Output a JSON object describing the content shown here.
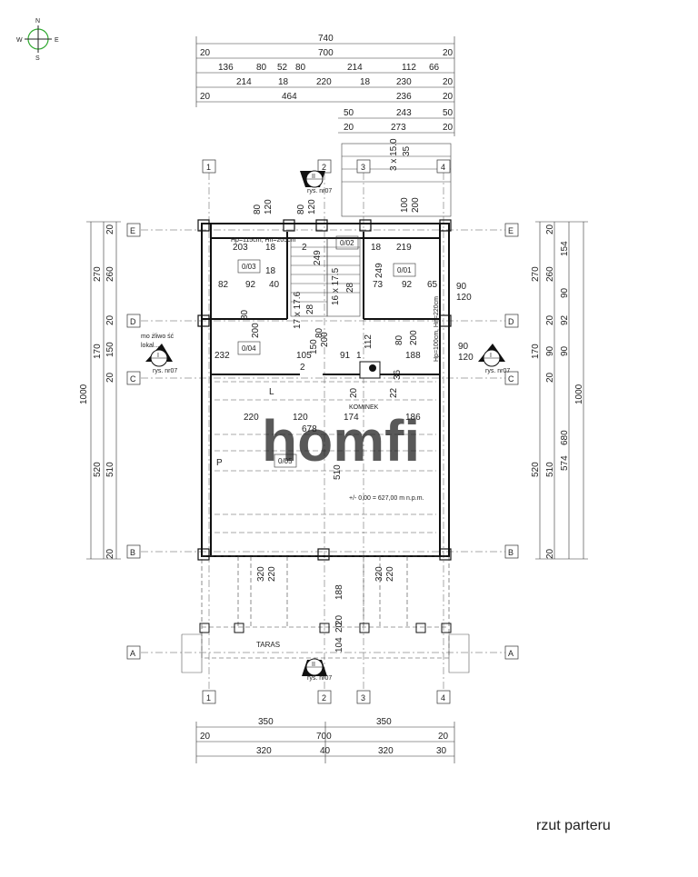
{
  "compass": {
    "n": "N",
    "s": "S",
    "e": "E",
    "w": "W"
  },
  "top_dims": {
    "row1": [
      "740"
    ],
    "row2": [
      "20",
      "700",
      "20"
    ],
    "row3": [
      "136",
      "80",
      "52",
      "80",
      "214",
      "112",
      "66"
    ],
    "row4": [
      "214",
      "18",
      "220",
      "18",
      "230",
      "20"
    ],
    "row5": [
      "20",
      "464",
      "236",
      "20"
    ],
    "row6": [
      "50",
      "243",
      "50"
    ],
    "row7": [
      "20",
      "273",
      "20"
    ]
  },
  "stairs_top": [
    "3 x 15.0",
    "35",
    "100",
    "200"
  ],
  "grid_axes": {
    "cols": [
      "1",
      "2",
      "3",
      "4"
    ],
    "rows": [
      "E",
      "D",
      "C",
      "B",
      "A"
    ]
  },
  "left_dims": {
    "outer": [
      "1000"
    ],
    "mid": [
      "270",
      "170",
      "520"
    ],
    "inner": [
      "20",
      "260",
      "20",
      "150",
      "20",
      "510",
      "20"
    ]
  },
  "right_dims": {
    "outer": [
      "1000"
    ],
    "mid": [
      "270",
      "170",
      "520"
    ],
    "inner": [
      "20",
      "260",
      "20",
      "90",
      "20",
      "510",
      "20"
    ],
    "far": [
      "154",
      "90",
      "92",
      "90",
      "680",
      "574"
    ]
  },
  "sections": {
    "top_label": "II",
    "top_ref": "rys. nr07",
    "left_label": "I",
    "left_ref": "rys. nr07",
    "right_label": "I",
    "right_ref": "rys. nr07",
    "bottom_label": "II",
    "bottom_ref": "rys. nr07"
  },
  "rooms": {
    "r01": "0/01",
    "r02": "0/02",
    "r03": "0/03",
    "r04": "0/04",
    "r05": "0/05",
    "terrace": "TARAS",
    "fireplace": "KOMINEK",
    "level": "+/- 0,00 = 627,00 m n.p.m.",
    "note_left": "mo żliwo ść",
    "note_left2": "lokal...",
    "hp_top": "Hp=115cm, Hn=205cm",
    "hp_right": "Hp=100cm, Hn=220cm",
    "stairs1": "17 x 17.6",
    "stairs2": "16 x 17.5",
    "letter_L": "L",
    "letter_P": "P"
  },
  "inner_dims": [
    "80",
    "120",
    "80",
    "120",
    "203",
    "18",
    "2",
    "18",
    "219",
    "18",
    "249",
    "249",
    "82",
    "92",
    "40",
    "73",
    "92",
    "65",
    "28",
    "28",
    "90",
    "120",
    "80",
    "200",
    "232",
    "105",
    "200",
    "150",
    "80",
    "91",
    "1",
    "80",
    "200",
    "112",
    "188",
    "90",
    "120",
    "2",
    "36",
    "20",
    "22",
    "220",
    "120",
    "174",
    "186",
    "678",
    "510",
    "320",
    "220",
    "188",
    "20",
    "320",
    "220",
    "104",
    "20"
  ],
  "bottom_dims": {
    "row1": [
      "350",
      "350"
    ],
    "row2": [
      "20",
      "700",
      "20"
    ],
    "row3": [
      "320",
      "40",
      "320",
      "30"
    ]
  },
  "watermark": "homfi",
  "caption": "rzut parteru"
}
